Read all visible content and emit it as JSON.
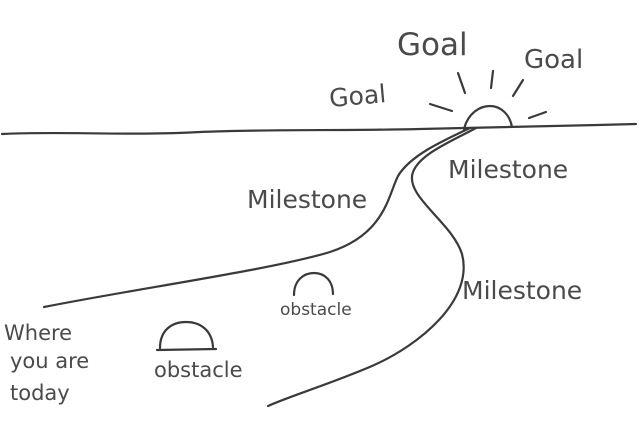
{
  "labels": {
    "goal_top": "Goal",
    "goal_left": "Goal",
    "goal_right": "Goal",
    "milestone_left": "Milestone",
    "milestone_upper_right": "Milestone",
    "milestone_lower_right": "Milestone",
    "obstacle_middle": "obstacle",
    "obstacle_bottom": "obstacle",
    "start_line1": "Where",
    "start_line2": "you are",
    "start_line3": "today"
  },
  "ink_color": "#3a3a3a"
}
